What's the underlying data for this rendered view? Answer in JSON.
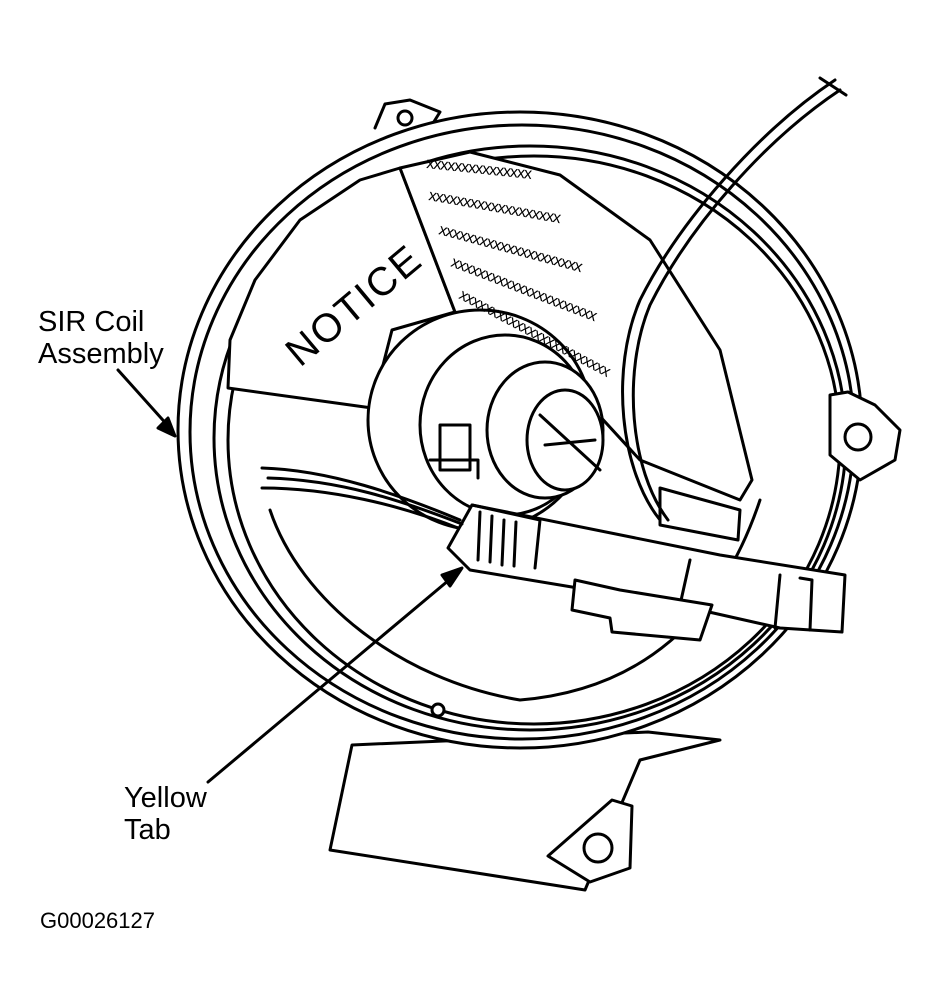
{
  "labels": {
    "sir_coil_line1": "SIR Coil",
    "sir_coil_line2": "Assembly",
    "yellow_tab_line1": "Yellow",
    "yellow_tab_line2": "Tab",
    "figure_id": "G00026127"
  },
  "notice_label": {
    "text": "NOTICE",
    "placeholder_rows": [
      "xxxxxxxxxxxxxxx",
      "xxxxxxxxxxxxxxxxxxx",
      "xxxxxxxxxxxxxxxxxxxxx",
      "xxxxxxxxxxxxxxxxxxxxxx",
      "xxxxxxxxxxxxxxxxxxxxxxxx"
    ]
  },
  "colors": {
    "line": "#000000",
    "background": "#ffffff"
  }
}
